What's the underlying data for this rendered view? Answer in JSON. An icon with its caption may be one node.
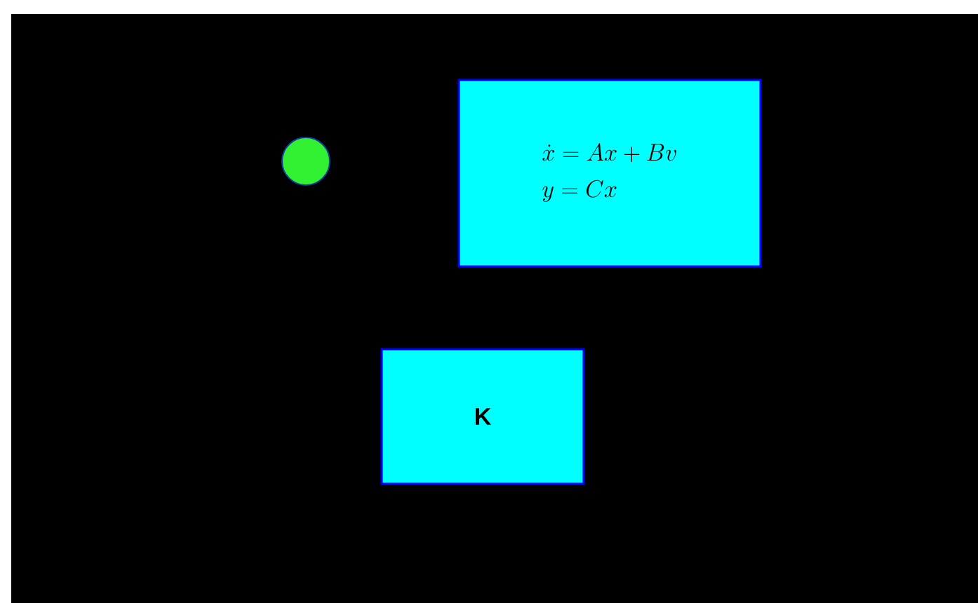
{
  "diagram": {
    "nodes": [
      {
        "text": [],
        "shape": "circle"
      },
      {
        "text": [
          "\\dot{x}=Ax+Bv",
          "y=Cx"
        ]
      },
      {
        "text": [
          "K"
        ]
      }
    ]
  }
}
